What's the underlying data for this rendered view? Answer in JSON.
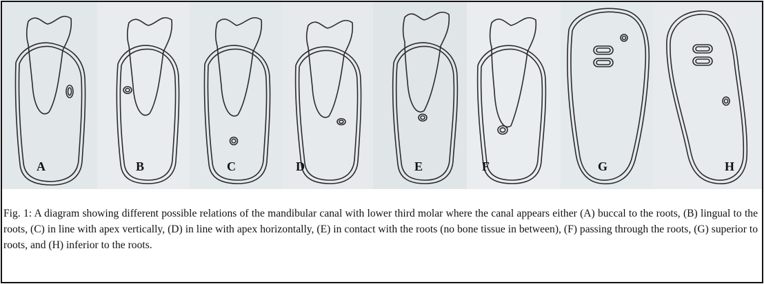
{
  "figure": {
    "panels": [
      {
        "label": "A"
      },
      {
        "label": "B"
      },
      {
        "label": "C"
      },
      {
        "label": "D"
      },
      {
        "label": "E"
      },
      {
        "label": "F"
      },
      {
        "label": "G"
      },
      {
        "label": "H"
      }
    ],
    "caption": "Fig. 1: A diagram showing different possible relations of the mandibular canal with lower third molar where the canal appears either (A) buccal to the roots, (B) lingual to the roots, (C) in line with apex vertically, (D) in line with apex horizontally, (E) in contact with the roots (no bone tissue in between), (F) passing through the roots, (G) superior to roots, and (H) inferior to the roots."
  },
  "colors": {
    "paper_a": "#dde3e7",
    "paper_b": "#e7ebee",
    "ink": "#2b2b2b"
  }
}
